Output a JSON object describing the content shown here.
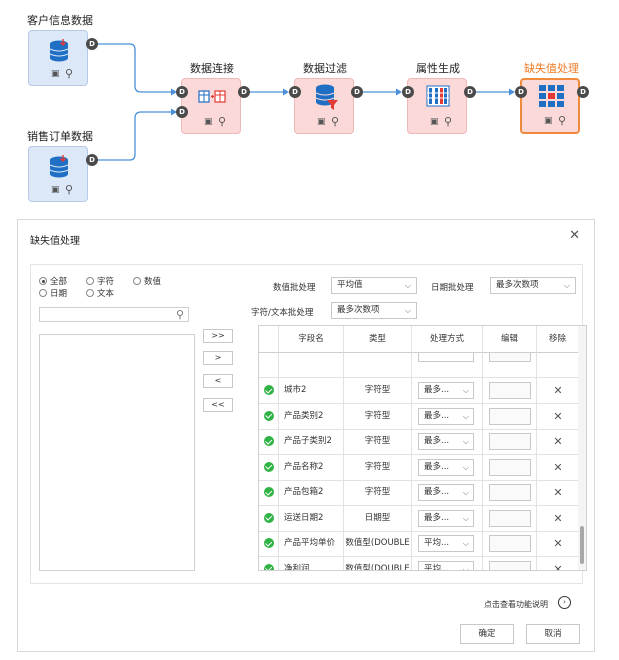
{
  "flow": {
    "sources": [
      {
        "label": "客户信息数据"
      },
      {
        "label": "销售订单数据"
      }
    ],
    "operators": [
      {
        "label": "数据连接"
      },
      {
        "label": "数据过滤"
      },
      {
        "label": "属性生成"
      },
      {
        "label": "缺失值处理",
        "active": true
      }
    ],
    "port_label": "D",
    "label_color": "#333333",
    "active_color": "#f07c26"
  },
  "dialog": {
    "title": "缺失值处理",
    "filters": {
      "types": [
        "全部",
        "字符",
        "数值",
        "日期",
        "文本"
      ],
      "selected": "全部"
    },
    "move_buttons": [
      ">>",
      ">",
      "<",
      "<<"
    ],
    "numeric_batch": {
      "label": "数值批处理",
      "value": "平均值"
    },
    "date_batch": {
      "label": "日期批处理",
      "value": "最多次数项"
    },
    "text_batch": {
      "label": "字符/文本批处理",
      "value": "最多次数项"
    },
    "table": {
      "columns": [
        "字段名",
        "类型",
        "处理方式",
        "编辑",
        "移除"
      ],
      "rows": [
        {
          "name": "城市2",
          "type": "字符型",
          "method": "最多..."
        },
        {
          "name": "产品类别2",
          "type": "字符型",
          "method": "最多..."
        },
        {
          "name": "产品子类别2",
          "type": "字符型",
          "method": "最多..."
        },
        {
          "name": "产品名称2",
          "type": "字符型",
          "method": "最多..."
        },
        {
          "name": "产品包箱2",
          "type": "字符型",
          "method": "最多..."
        },
        {
          "name": "运送日期2",
          "type": "日期型",
          "method": "最多..."
        },
        {
          "name": "产品平均单价",
          "type": "数值型(DOUBLE",
          "method": "平均..."
        },
        {
          "name": "净利润",
          "type": "数值型(DOUBLE",
          "method": "平均..."
        }
      ]
    },
    "help_text": "点击查看功能说明",
    "ok_label": "确定",
    "cancel_label": "取消",
    "status_color": "#2fb344"
  }
}
